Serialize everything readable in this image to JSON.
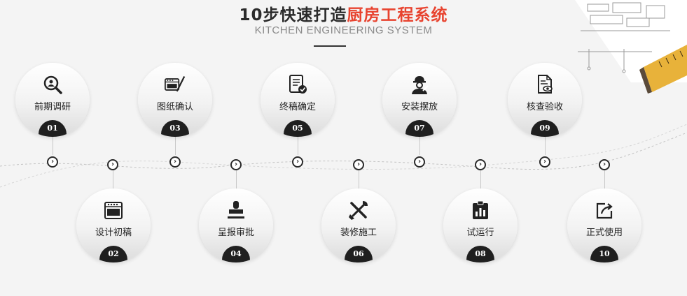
{
  "header": {
    "title_prefix": "10步快速打造",
    "title_highlight": "厨房工程系统",
    "subtitle": "KITCHEN ENGINEERING SYSTEM"
  },
  "colors": {
    "accent": "#e8432f",
    "dark": "#1f1f1f",
    "text": "#222222"
  },
  "steps": [
    {
      "num": "01",
      "label": "前期调研",
      "icon": "search-icon"
    },
    {
      "num": "02",
      "label": "设计初稿",
      "icon": "stove-icon"
    },
    {
      "num": "03",
      "label": "图纸确认",
      "icon": "drawing-icon"
    },
    {
      "num": "04",
      "label": "呈报审批",
      "icon": "stamp-icon"
    },
    {
      "num": "05",
      "label": "终稿确定",
      "icon": "document-check-icon"
    },
    {
      "num": "06",
      "label": "装修施工",
      "icon": "tools-icon"
    },
    {
      "num": "07",
      "label": "安装摆放",
      "icon": "worker-icon"
    },
    {
      "num": "08",
      "label": "试运行",
      "icon": "chart-clipboard-icon"
    },
    {
      "num": "09",
      "label": "核查验收",
      "icon": "document-eye-icon"
    },
    {
      "num": "10",
      "label": "正式使用",
      "icon": "export-icon"
    }
  ],
  "node_glyph": "›"
}
